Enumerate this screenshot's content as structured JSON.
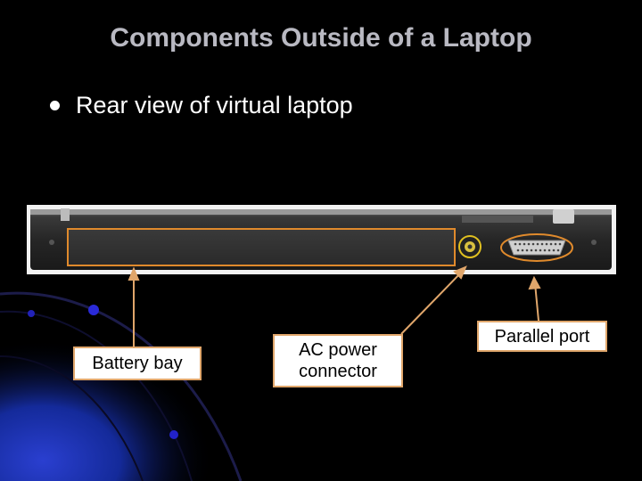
{
  "slide": {
    "title": "Components Outside of a Laptop",
    "bullet": "Rear view of virtual laptop"
  },
  "callouts": {
    "battery": "Battery bay",
    "ac_power": "AC power connector",
    "parallel": "Parallel port"
  },
  "colors": {
    "background": "#000000",
    "title": "#b9b9c2",
    "highlight": "#e08a2c",
    "callout_border": "#e0a66b",
    "accent_blue": "#1a2b9c"
  }
}
